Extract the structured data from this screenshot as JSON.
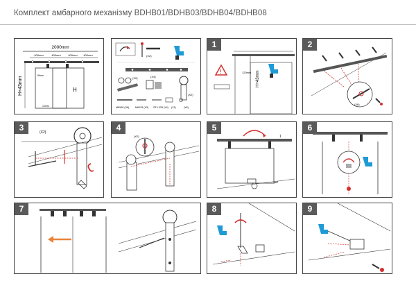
{
  "title": "Комплект амбарного механізму BDHB01/BDHB03/BDHB04/BDHB08",
  "dimensions": {
    "overall_width": "2000mm",
    "segment": "400mm",
    "height_label": "H+43mm",
    "door_height": "H",
    "gap_top": "15mm",
    "gap_bottom": "12mm"
  },
  "parts": {
    "qty_x2": "(X2)",
    "qty_x4": "(X4)",
    "bolt_m8": "M8X60 (X6)",
    "bolt_m6": "M6X25 (X3)",
    "screw_st4": "ST4 X25 (X4)",
    "qty_x1": "(X1)",
    "qty_x6": "(X6)"
  },
  "step1": {
    "dim": "120mm",
    "height": "H+43mm"
  },
  "steps": {
    "s1": "1",
    "s2": "2",
    "s3": "3",
    "s4": "4",
    "s5": "5",
    "s6": "6",
    "s7": "7",
    "s8": "8",
    "s9": "9"
  },
  "step3": {
    "qty": "(X2)"
  },
  "step4": {
    "qty": "(X2)"
  },
  "step5": {
    "mark": "1"
  },
  "colors": {
    "accent_red": "#d32f2f",
    "drill_blue": "#1e9bd7",
    "arrow_orange": "#e8833a",
    "badge_gray": "#5a5a5a"
  }
}
